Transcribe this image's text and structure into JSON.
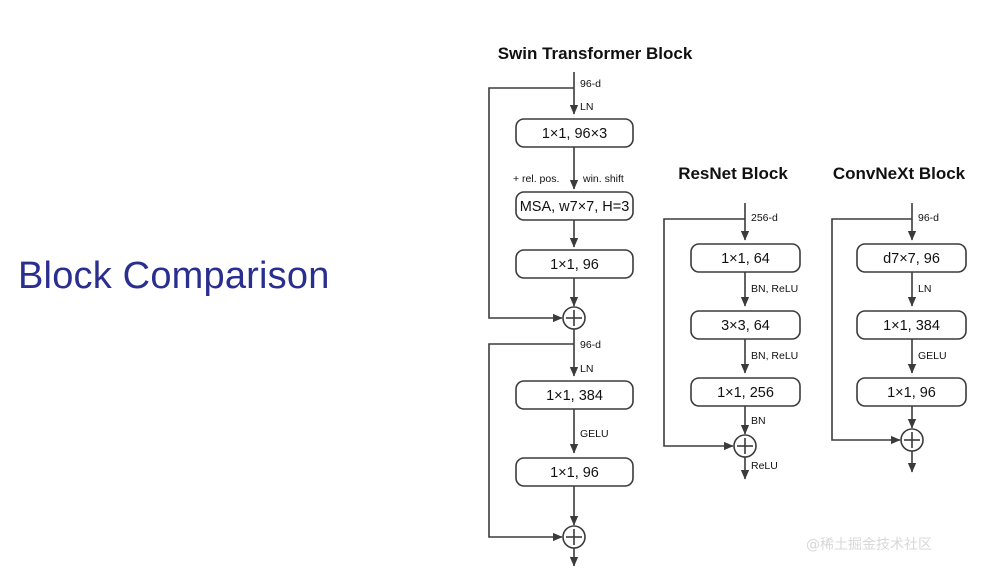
{
  "slide": {
    "title": "Block Comparison",
    "title_color": "#2a2e8f",
    "background_color": "#ffffff",
    "watermark": "@稀土掘金技术社区"
  },
  "diagram": {
    "line_color": "#3b3b3b",
    "text_color": "#111111",
    "blocks": [
      {
        "id": "swin",
        "title": "Swin Transformer Block",
        "input_label": "96-d",
        "stages": [
          {
            "pre_label": "LN",
            "box": "1×1, 96×3"
          },
          {
            "pre_label_left": "+ rel. pos.",
            "pre_label_right": "win. shift",
            "box": "MSA, w7×7, H=3"
          },
          {
            "pre_label": "",
            "box": "1×1, 96"
          },
          {
            "op": "add"
          },
          {
            "mid_label": "96-d"
          },
          {
            "pre_label": "LN",
            "box": "1×1, 384"
          },
          {
            "pre_label": "GELU",
            "box": "1×1, 96"
          },
          {
            "op": "add"
          }
        ]
      },
      {
        "id": "resnet",
        "title": "ResNet Block",
        "input_label": "256-d",
        "stages": [
          {
            "pre_label": "",
            "box": "1×1, 64"
          },
          {
            "pre_label": "BN, ReLU",
            "box": "3×3, 64"
          },
          {
            "pre_label": "BN, ReLU",
            "box": "1×1, 256"
          },
          {
            "pre_label": "BN",
            "op": "add"
          },
          {
            "post_label": "ReLU"
          }
        ]
      },
      {
        "id": "convnext",
        "title": "ConvNeXt Block",
        "input_label": "96-d",
        "stages": [
          {
            "pre_label": "",
            "box": "d7×7, 96"
          },
          {
            "pre_label": "LN",
            "box": "1×1, 384"
          },
          {
            "pre_label": "GELU",
            "box": "1×1, 96"
          },
          {
            "op": "add"
          }
        ]
      }
    ],
    "labels": {
      "swin_title": "Swin Transformer Block",
      "swin_in": "96-d",
      "swin_ln1": "LN",
      "swin_box1": "1×1, 96×3",
      "swin_relpos": "+ rel. pos.",
      "swin_winshift": "win. shift",
      "swin_box2": "MSA, w7×7, H=3",
      "swin_box3": "1×1, 96",
      "swin_mid": "96-d",
      "swin_ln2": "LN",
      "swin_box4": "1×1, 384",
      "swin_gelu": "GELU",
      "swin_box5": "1×1, 96",
      "resnet_title": "ResNet Block",
      "resnet_in": "256-d",
      "resnet_box1": "1×1, 64",
      "resnet_bnrelu1": "BN, ReLU",
      "resnet_box2": "3×3, 64",
      "resnet_bnrelu2": "BN, ReLU",
      "resnet_box3": "1×1, 256",
      "resnet_bn": "BN",
      "resnet_relu": "ReLU",
      "convnext_title": "ConvNeXt Block",
      "convnext_in": "96-d",
      "convnext_box1": "d7×7, 96",
      "convnext_ln": "LN",
      "convnext_box2": "1×1, 384",
      "convnext_gelu": "GELU",
      "convnext_box3": "1×1, 96"
    }
  }
}
